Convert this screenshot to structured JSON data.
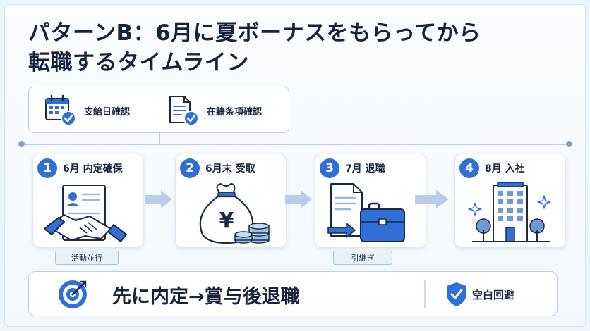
{
  "title": {
    "line1": "パターンB：6月に夏ボーナスをもらってから",
    "line2": "転職するタイムライン"
  },
  "checks": [
    {
      "label": "支給日確認",
      "icon": "calendar-check-icon"
    },
    {
      "label": "在籍条項確認",
      "icon": "document-check-icon"
    }
  ],
  "steps": [
    {
      "num": "1",
      "label": "6月 内定確保",
      "icon": "handshake-icon",
      "tag": "活動並行"
    },
    {
      "num": "2",
      "label": "6月末 受取",
      "icon": "money-bag-icon",
      "yen": "¥"
    },
    {
      "num": "3",
      "label": "7月 退職",
      "icon": "briefcase-icon",
      "tag": "引継ぎ"
    },
    {
      "num": "4",
      "label": "8月 入社",
      "icon": "office-building-icon"
    }
  ],
  "bottom": {
    "main": "先に内定→賞与後退職",
    "side": "空白回避"
  },
  "colors": {
    "accent": "#2f6fd6",
    "text": "#16233d",
    "border": "#b9cde6",
    "arrow": "#a9c3e8"
  }
}
